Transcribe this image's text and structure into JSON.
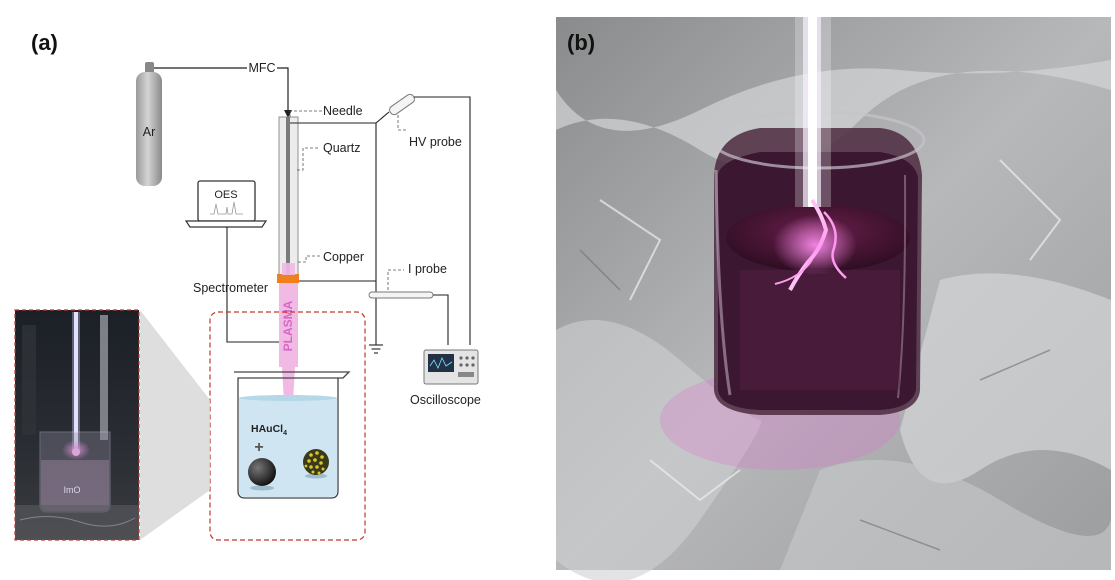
{
  "panel_a": {
    "label": "(a)",
    "gas": "Ar",
    "flow_controller": "MFC",
    "needle": "Needle",
    "quartz": "Quartz",
    "copper": "Copper",
    "hv_probe": "HV probe",
    "i_probe": "I probe",
    "oes": "OES",
    "spectrometer": "Spectrometer",
    "plasma": "PLASMA",
    "oscilloscope": "Oscilloscope",
    "solution_base": "HAuCl",
    "solution_sub": "4",
    "plus": "+",
    "inset_beaker_text": "ImO"
  },
  "panel_b": {
    "label": "(b)"
  },
  "colors": {
    "plasma": "#e98fd6",
    "copper": "#f07f1e",
    "frame_dash": "#c0392b",
    "water": "#cfe6f2",
    "gold_np": "#d9c62a"
  }
}
